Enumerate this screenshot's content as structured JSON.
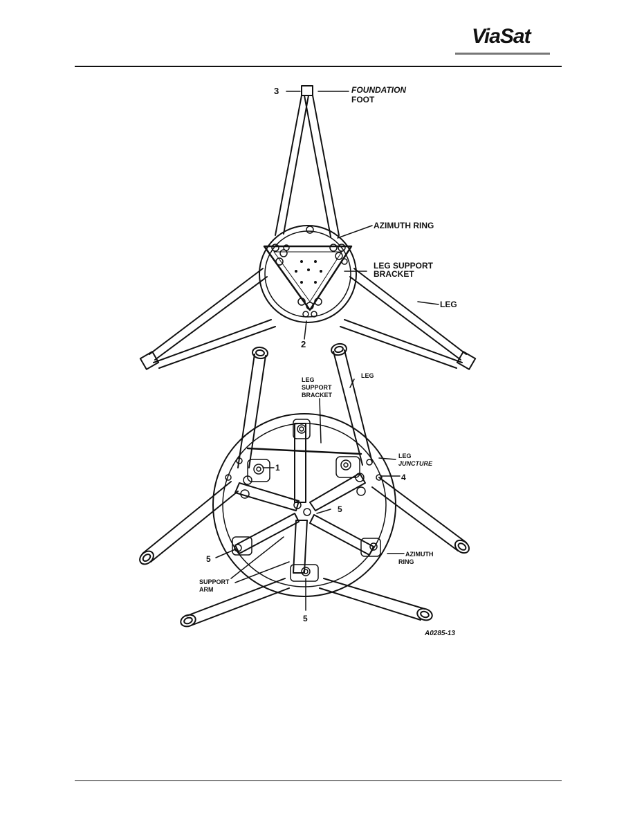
{
  "header": {
    "logo_text": "ViaSat"
  },
  "top_view": {
    "callout_3": "3",
    "foundation_foot_line1": "FOUNDATION",
    "foundation_foot_line2": "FOOT",
    "azimuth_ring": "AZIMUTH RING",
    "leg_support_bracket_line1": "LEG SUPPORT",
    "leg_support_bracket_line2": "BRACKET",
    "leg": "LEG",
    "callout_2": "2"
  },
  "bottom_view": {
    "leg_support_bracket_line1": "LEG",
    "leg_support_bracket_line2": "SUPPORT",
    "leg_support_bracket_line3": "BRACKET",
    "leg": "LEG",
    "leg_juncture_line1": "LEG",
    "leg_juncture_line2": "JUNCTURE",
    "callout_1": "1",
    "callout_4": "4",
    "callout_5a": "5",
    "callout_5b": "5",
    "callout_5c": "5",
    "azimuth_ring_line1": "AZIMUTH",
    "azimuth_ring_line2": "RING",
    "support_arm_line1": "SUPPORT",
    "support_arm_line2": "ARM"
  },
  "figure_id": "A0285-13"
}
